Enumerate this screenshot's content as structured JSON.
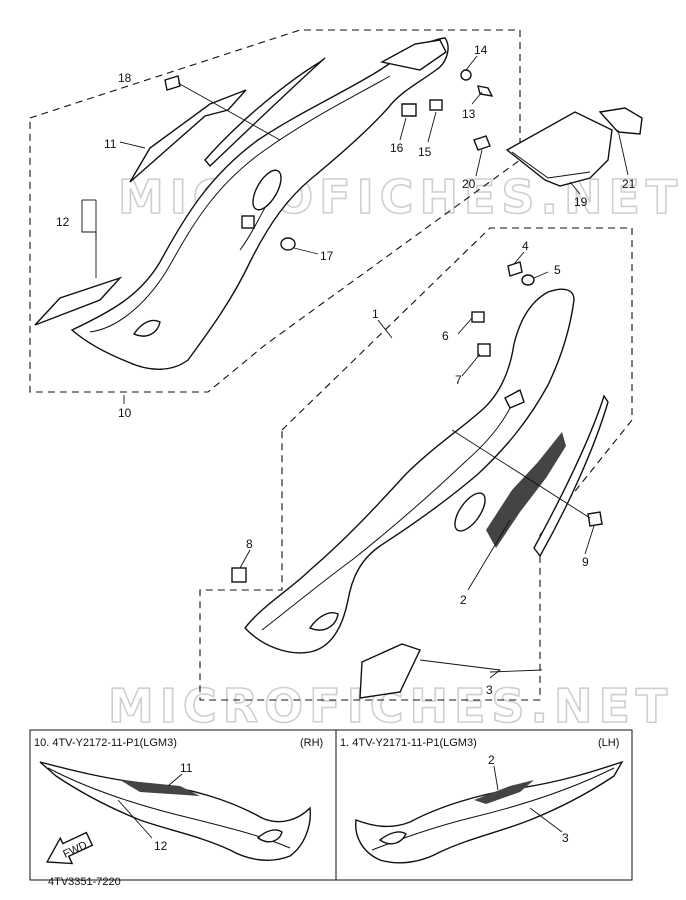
{
  "callouts": {
    "c1": "1",
    "c2": "2",
    "c3": "3",
    "c4": "4",
    "c5": "5",
    "c6": "6",
    "c7": "7",
    "c8": "8",
    "c9": "9",
    "c10": "10",
    "c11": "11",
    "c12": "12",
    "c13": "13",
    "c14": "14",
    "c15": "15",
    "c16": "16",
    "c17": "17",
    "c18": "18",
    "c19": "19",
    "c20": "20",
    "c21": "21"
  },
  "watermark": "MICROFICHES.NET",
  "panels": {
    "rh": {
      "title": "10. 4TV-Y2172-11-P1(LGM3)",
      "side": "(RH)",
      "label_11": "11",
      "label_12": "12",
      "fwd": "FWD"
    },
    "lh": {
      "title": "1. 4TV-Y2171-11-P1(LGM3)",
      "side": "(LH)",
      "label_2": "2",
      "label_3": "3"
    }
  },
  "diagram_code": "4TV3351-7220"
}
